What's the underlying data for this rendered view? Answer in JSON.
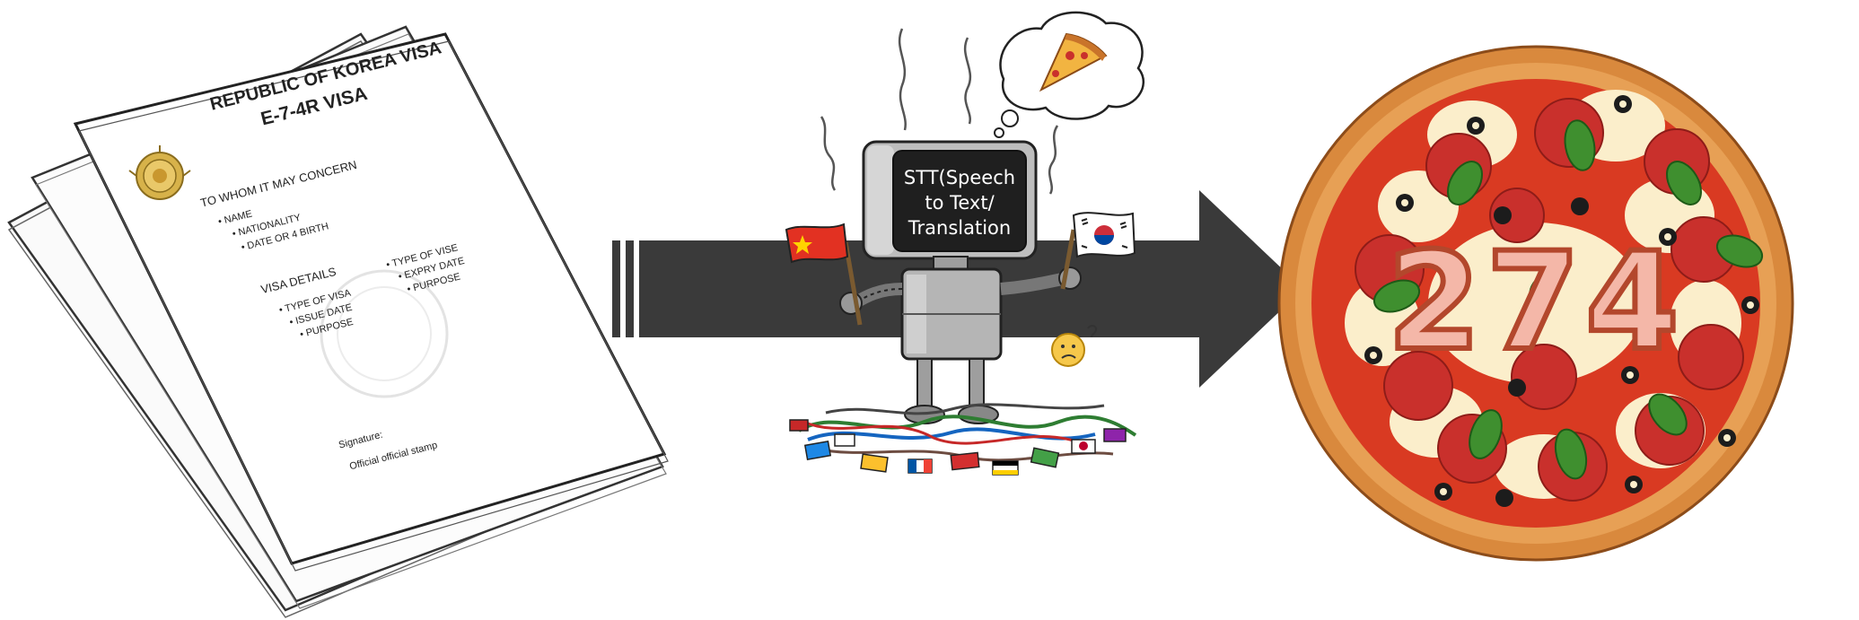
{
  "document": {
    "title_line1": "REPUBLIC OF KOREA VISA",
    "title_line2": "E-7-4R VISA",
    "salutation": "TO WHOM IT MAY CONCERN",
    "personal_fields": [
      "NAME",
      "NATIONALITY",
      "DATE OR 4 BIRTH"
    ],
    "visa_details_heading": "VISA DETAILS",
    "visa_details_left": [
      "TYPE OF VISA",
      "ISSUE DATE",
      "PURPOSE"
    ],
    "visa_details_right": [
      "TYPE OF VISE",
      "EXPRY DATE",
      "PURPOSE"
    ],
    "signature_label": "Signature:",
    "stamp_label": "Official official stamp"
  },
  "robot": {
    "screen_lines": [
      "STT(Speech",
      "to Text/",
      "Translation"
    ],
    "left_flag": "china-flag-icon",
    "right_flag": "korea-flag-icon",
    "thought": "pizza-slice-icon"
  },
  "pizza": {
    "number": "274"
  },
  "colors": {
    "arrow": "#3a3a3a",
    "crust": "#d9893d",
    "sauce": "#d93a22",
    "cheese": "#fbeecb",
    "pepperoni": "#c9302c",
    "basil": "#3f8f2f",
    "olive": "#1c1c1c"
  }
}
